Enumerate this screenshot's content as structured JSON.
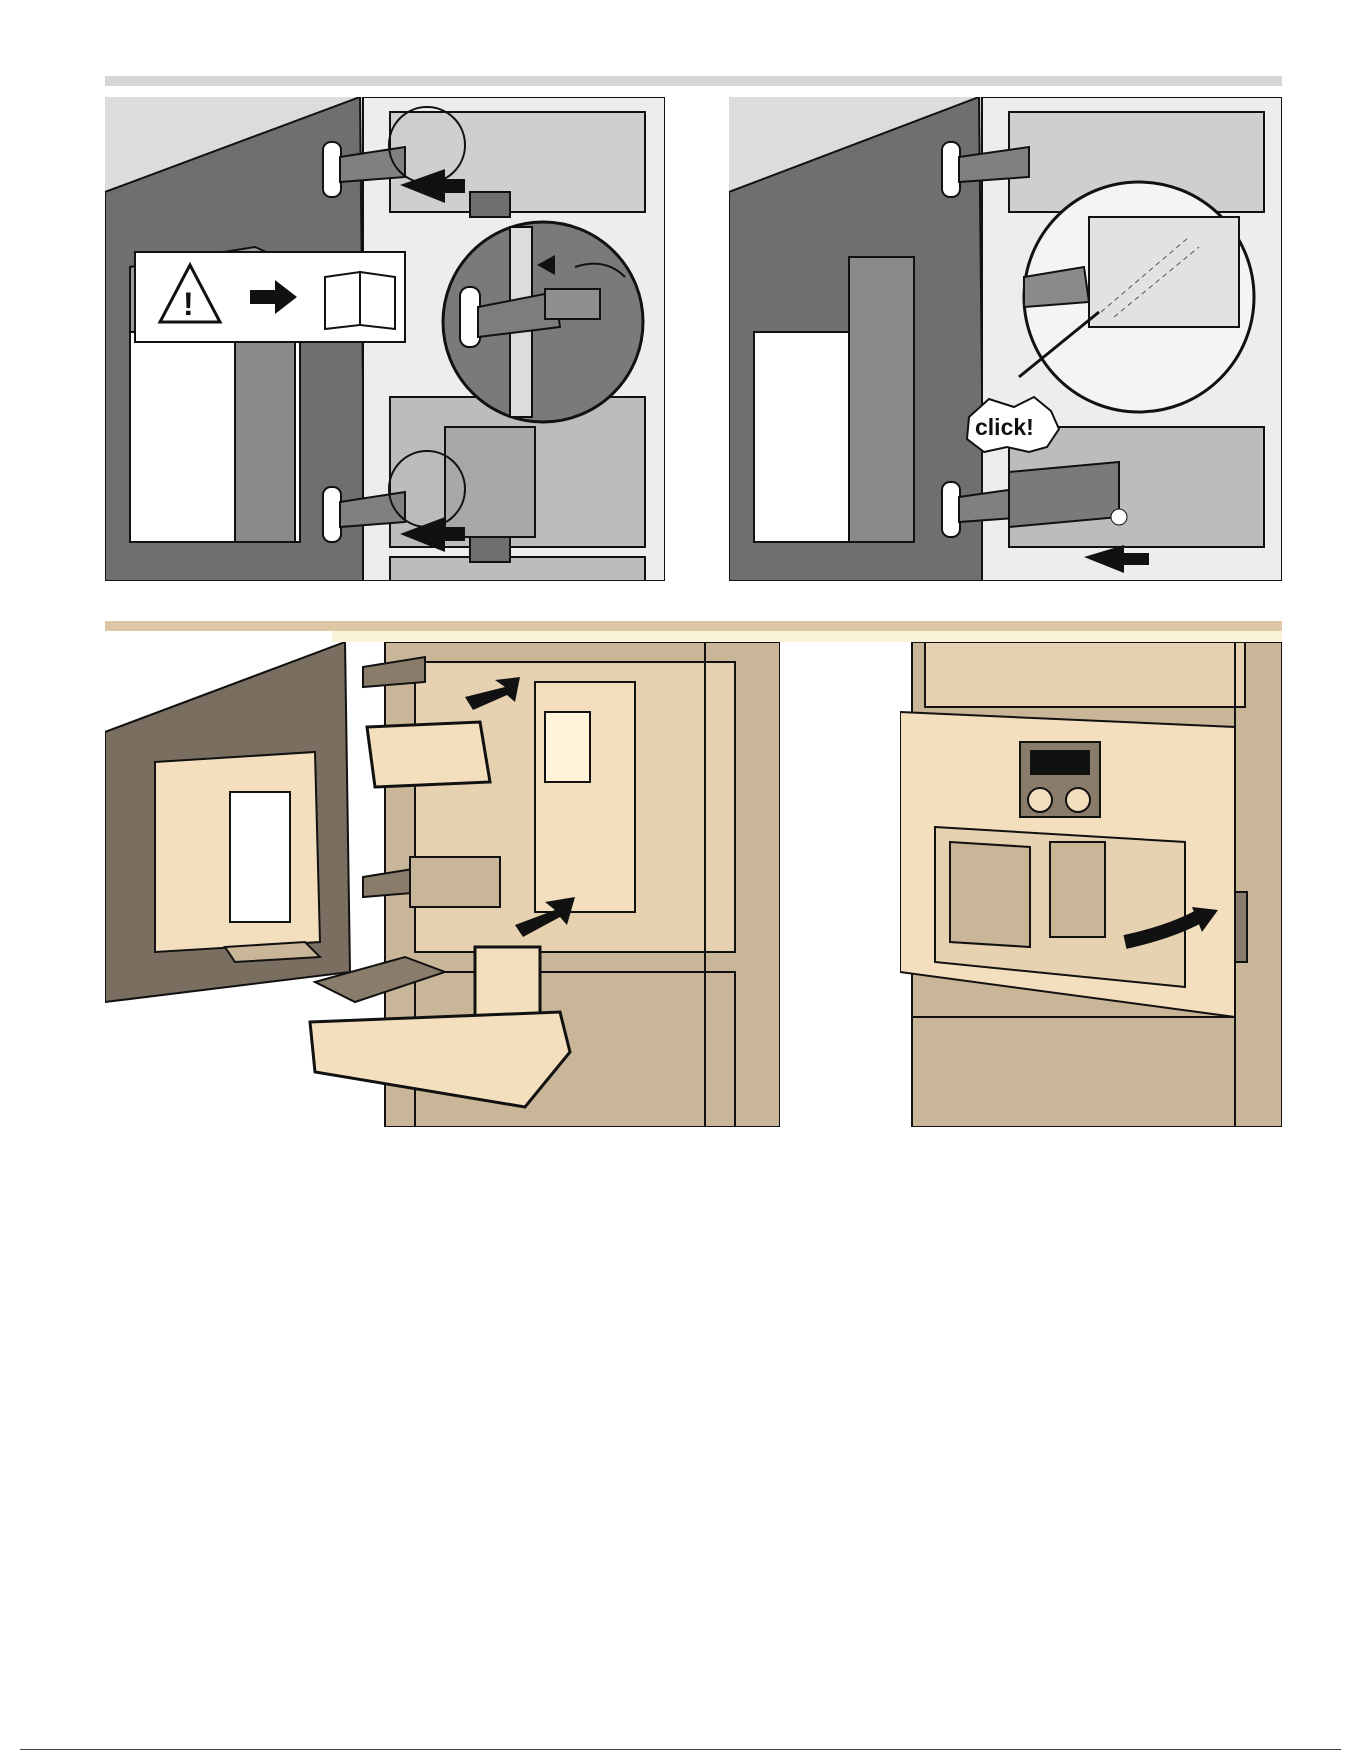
{
  "panels": [
    {
      "id": "step-1",
      "icons": [
        "warning-icon",
        "arrow-right-icon",
        "manual-book-icon"
      ],
      "colors": {
        "fill": "#cfcfcf",
        "door": "#6f6f6f"
      }
    },
    {
      "id": "step-2",
      "callout": "click!",
      "icons": [
        "screwdriver-icon"
      ],
      "colors": {
        "fill": "#cfcfcf",
        "door": "#6f6f6f"
      }
    },
    {
      "id": "step-3",
      "colors": {
        "fill": "#c9b698",
        "light": "#f3dfbe"
      }
    },
    {
      "id": "step-4",
      "colors": {
        "fill": "#c9b698",
        "light": "#f3dfbe"
      }
    }
  ]
}
